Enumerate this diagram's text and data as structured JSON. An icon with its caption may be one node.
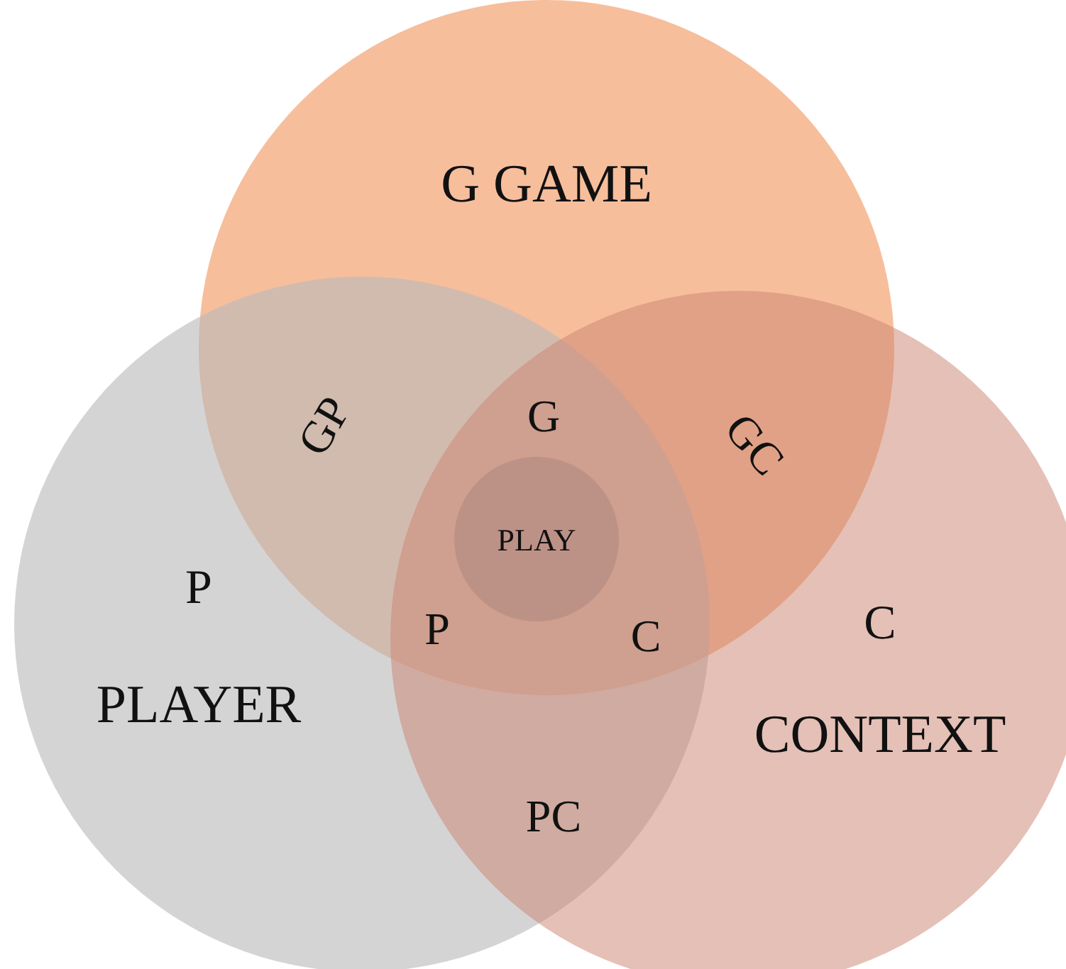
{
  "diagram": {
    "nodes": [
      {
        "text": [
          "G GAME"
        ]
      },
      {
        "text": [
          "P",
          "PLAYER"
        ]
      },
      {
        "text": [
          "C",
          "CONTEXT"
        ]
      },
      {
        "text": [
          "PLAY"
        ]
      }
    ],
    "labels": [
      "GP",
      "G",
      "GC",
      "P",
      "C",
      "PC"
    ]
  }
}
